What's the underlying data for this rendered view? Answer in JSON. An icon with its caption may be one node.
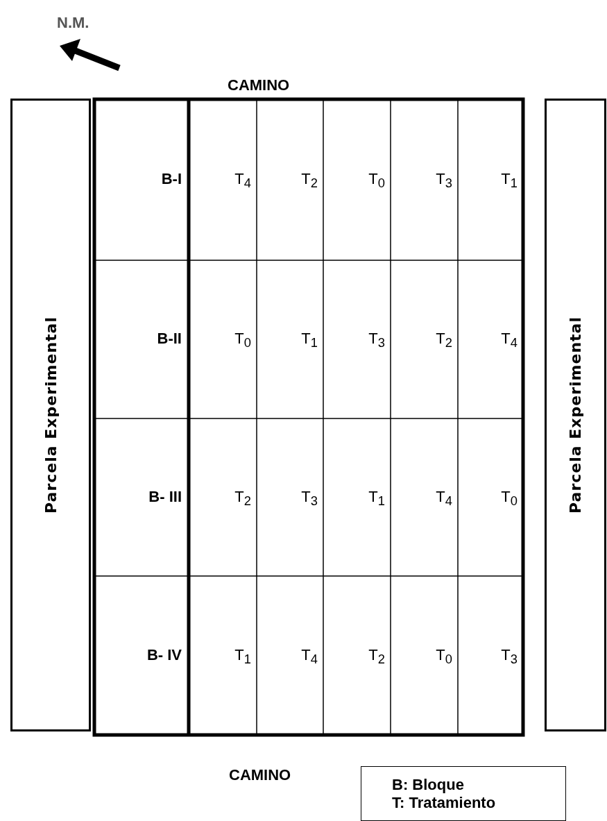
{
  "diagram": {
    "nodes": [
      {
        "text": [
          "Parcela Experimental"
        ]
      },
      {
        "text": [
          "Parcela Experimental"
        ]
      },
      {
        "text": [
          "B: Bloque",
          "T: Tratamiento"
        ]
      }
    ],
    "labels": [
      "N.M.",
      "CAMINO",
      "B-I",
      "T$_{4}$",
      "T$_{2}$",
      "T$_{0}$",
      "T$_{3}$",
      "T$_{1}$",
      "B-II",
      "T$_{0}$",
      "T$_{1}$",
      "T$_{3}$",
      "T$_{2}$",
      "T$_{4}$",
      "B- III",
      "T$_{2}$",
      "T$_{3}$",
      "T$_{1}$",
      "T$_{4}$",
      "T$_{0}$",
      "B- IV",
      "T$_{1}$",
      "T$_{4}$",
      "T$_{2}$",
      "T$_{0}$",
      "T$_{3}$",
      "CAMINO"
    ]
  }
}
